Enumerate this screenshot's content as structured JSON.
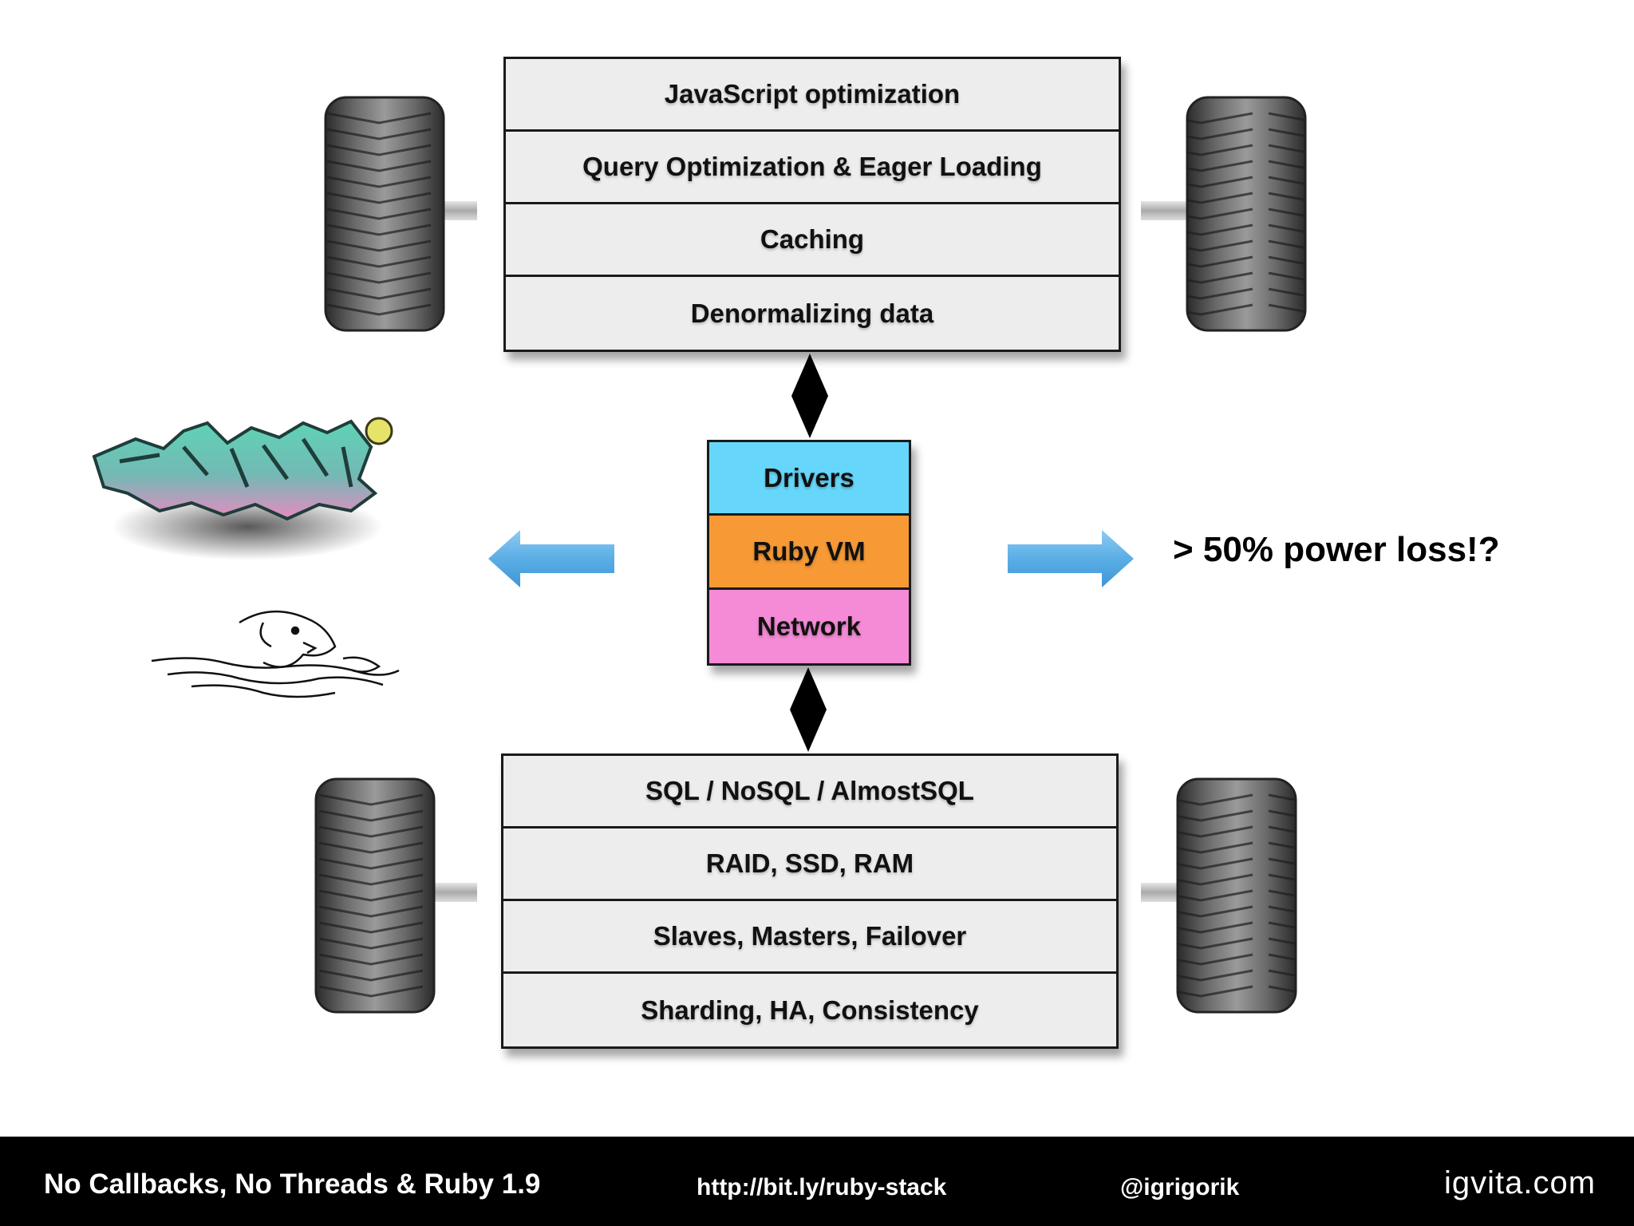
{
  "top_stack": {
    "rows": [
      "JavaScript optimization",
      "Query Optimization & Eager Loading",
      "Caching",
      "Denormalizing data"
    ]
  },
  "middle_stack": {
    "rows": [
      {
        "label": "Drivers",
        "color": "#66d7fb"
      },
      {
        "label": "Ruby VM",
        "color": "#f79a35"
      },
      {
        "label": "Network",
        "color": "#f58bd6"
      }
    ]
  },
  "bottom_stack": {
    "rows": [
      "SQL / NoSQL / AlmostSQL",
      "RAID, SSD, RAM",
      "Slaves, Masters, Failover",
      "Sharding, HA, Consistency"
    ]
  },
  "annotation": "> 50% power loss!?",
  "arrow_color": "#5daee6",
  "footer": {
    "title": "No Callbacks, No Threads & Ruby 1.9",
    "link": "http://bit.ly/ruby-stack",
    "handle": "@igrigorik",
    "brand": "igvita.com"
  }
}
